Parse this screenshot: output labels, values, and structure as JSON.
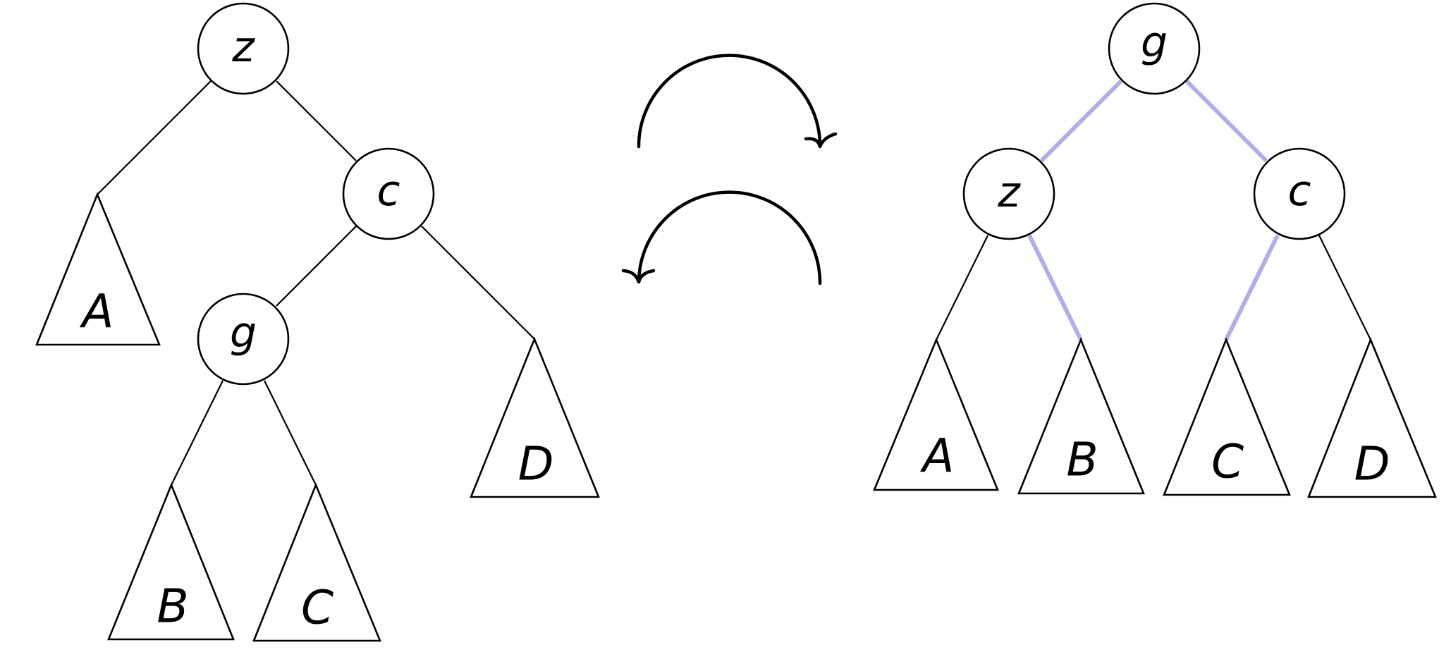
{
  "colors": {
    "line": "#000000",
    "highlight_edge": "#aeaeec",
    "background": "#ffffff"
  },
  "left_tree": {
    "nodes": {
      "root": "z",
      "right_child": "c",
      "grandchild": "g"
    },
    "subtrees": {
      "a": "A",
      "b": "B",
      "c": "C",
      "d": "D"
    }
  },
  "right_tree": {
    "nodes": {
      "root": "g",
      "left_child": "z",
      "right_child": "c"
    },
    "subtrees": {
      "a": "A",
      "b": "B",
      "c": "C",
      "d": "D"
    }
  },
  "arrows": {
    "top": "arrow-right-icon",
    "bottom": "arrow-left-icon"
  }
}
